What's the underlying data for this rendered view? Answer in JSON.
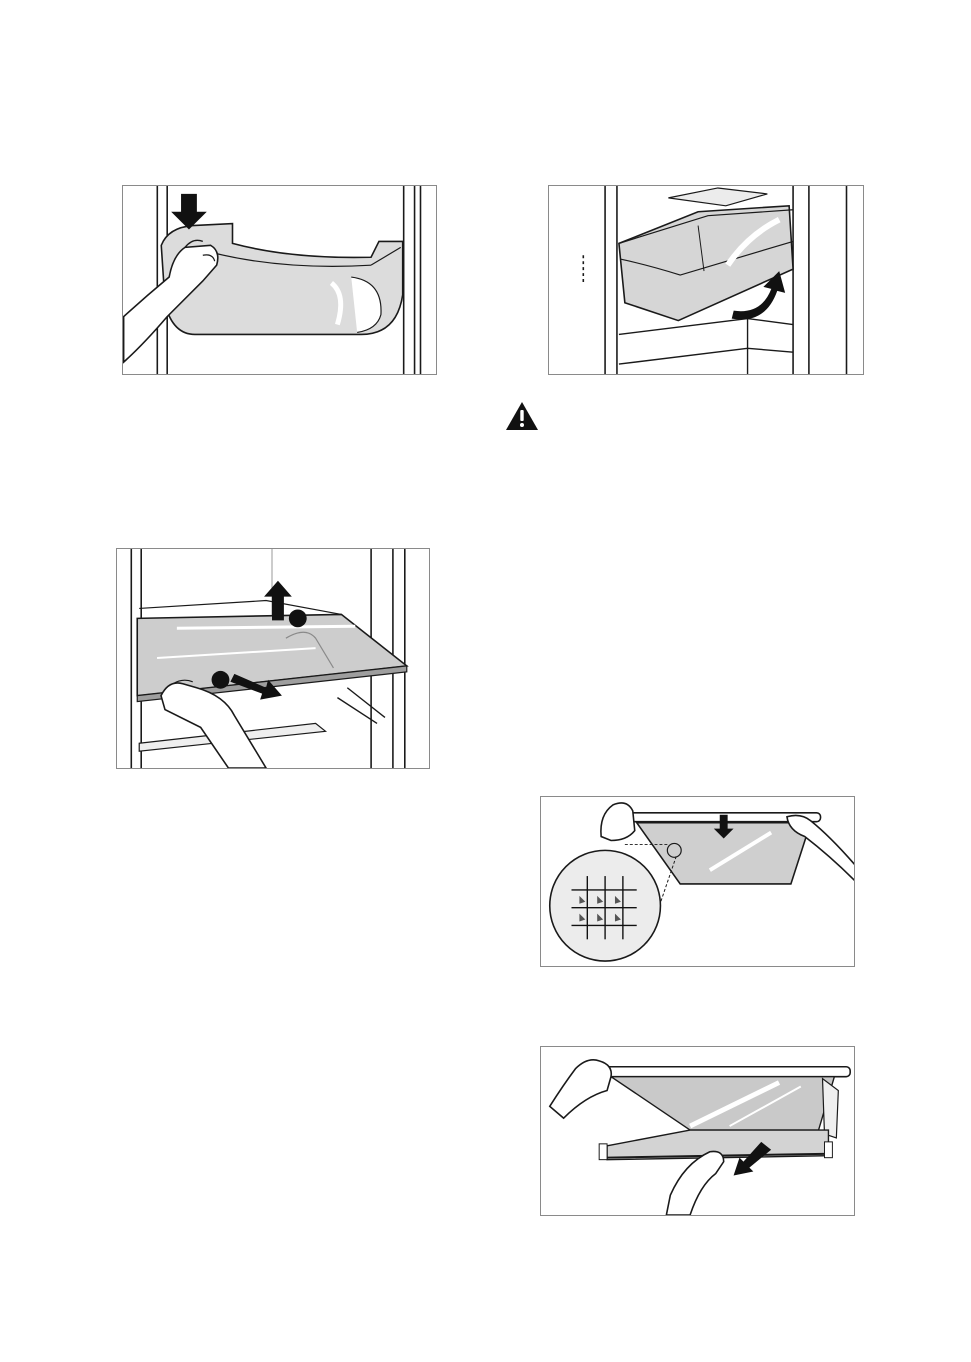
{
  "figures": [
    {
      "id": "fig-door-shelf",
      "subject": "door-shelf-removal"
    },
    {
      "id": "fig-crisper",
      "subject": "crisper-drawer-removal"
    },
    {
      "id": "fig-glass-shelf",
      "subject": "glass-shelf-removal",
      "step_markers": [
        "1",
        "2"
      ]
    },
    {
      "id": "fig-cover-top",
      "subject": "crisper-cover-top"
    },
    {
      "id": "fig-cover-bottom",
      "subject": "crisper-cover-bottom"
    }
  ],
  "icons": {
    "warning": "warning-triangle-icon"
  },
  "colors": {
    "line": "#1a1a1a",
    "frame": "#8a8a8a",
    "tray_fill": "#d9d9d9",
    "glass_fill": "#c8c8c8",
    "skin": "#ffffff",
    "arrow": "#111111"
  }
}
